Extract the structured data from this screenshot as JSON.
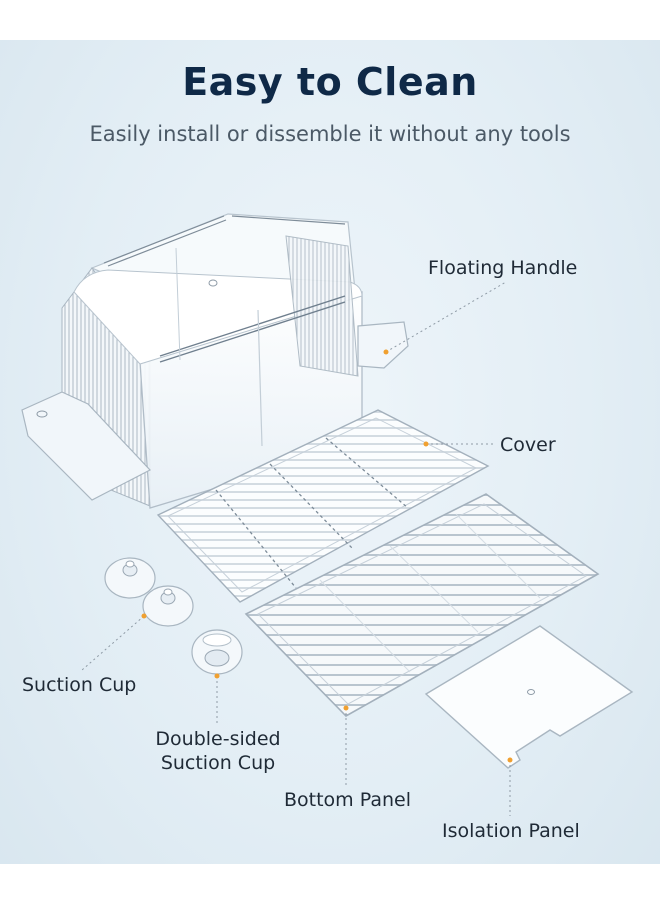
{
  "heading": {
    "title": "Easy to Clean",
    "subtitle": "Easily install or dissemble it without any tools"
  },
  "parts": {
    "floating_handle": "Floating Handle",
    "cover": "Cover",
    "suction_cup": "Suction Cup",
    "double_sided_line1": "Double-sided",
    "double_sided_line2": "Suction Cup",
    "bottom_panel": "Bottom Panel",
    "isolation_panel": "Isolation Panel"
  },
  "colors": {
    "title": "#0f2947",
    "accent_dot": "#f0a030",
    "background": "#e3eef5"
  }
}
